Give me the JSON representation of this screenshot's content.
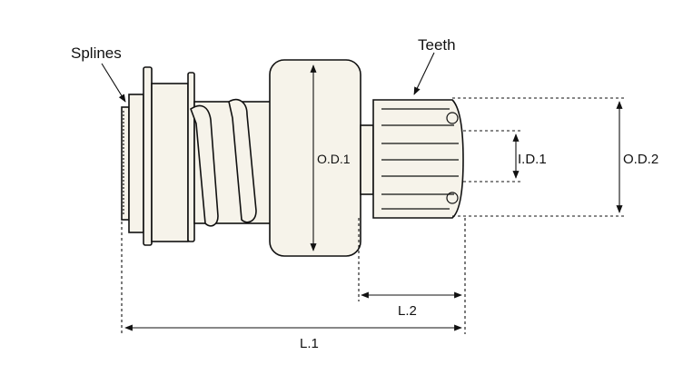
{
  "diagram": {
    "labels": {
      "splines": "Splines",
      "teeth": "Teeth",
      "od1": "O.D.1",
      "id1": "I.D.1",
      "od2": "O.D.2",
      "l1": "L.1",
      "l2": "L.2"
    },
    "colors": {
      "line": "#111111",
      "part_fill": "#f6f3ea",
      "background": "#ffffff"
    }
  }
}
